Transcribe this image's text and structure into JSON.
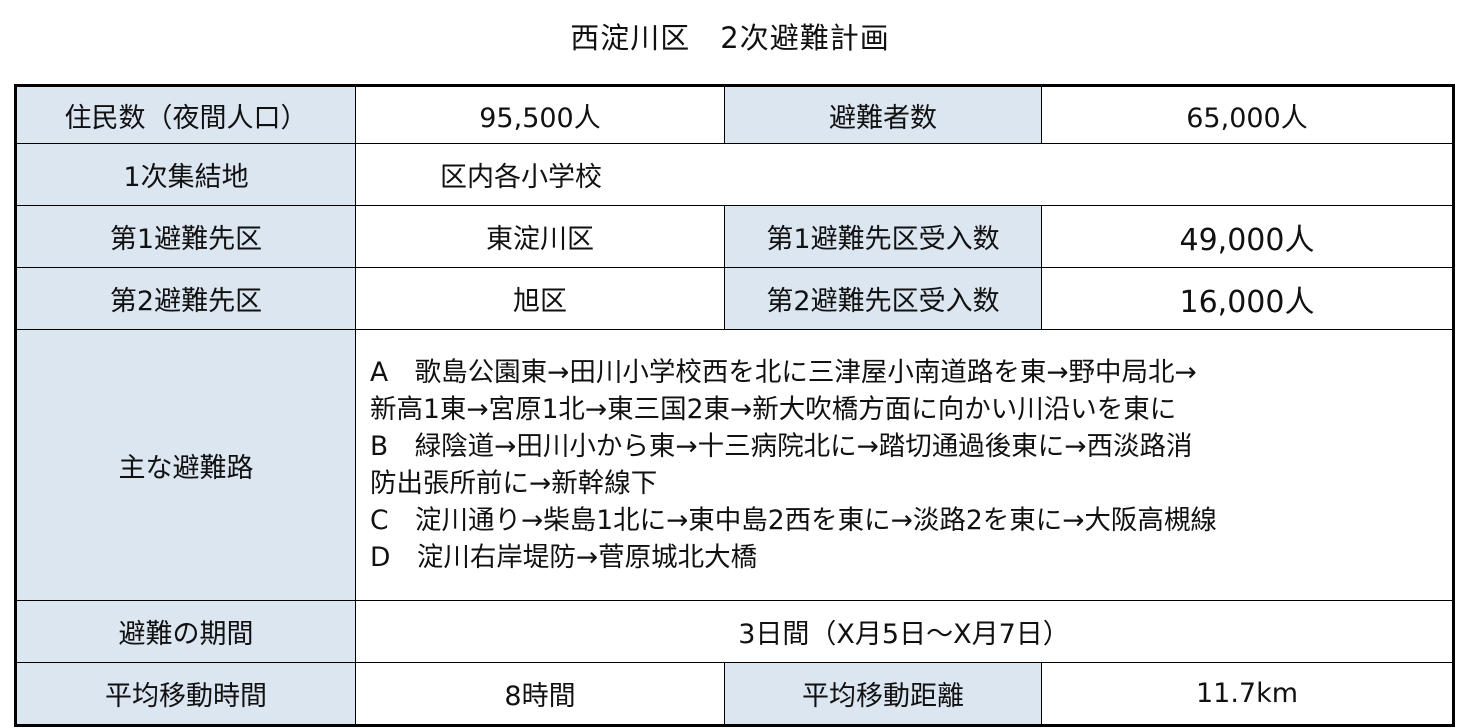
{
  "title": "西淀川区　2次避難計画",
  "rows": {
    "residents": {
      "label": "住民数（夜間人口）",
      "value": "95,500人"
    },
    "evacuees": {
      "label": "避難者数",
      "value": "65,000人"
    },
    "assembly": {
      "label": "1次集結地",
      "value": "区内各小学校"
    },
    "dest1": {
      "label": "第1避難先区",
      "value": "東淀川区"
    },
    "dest1_capacity": {
      "label": "第1避難先区受入数",
      "value": "49,000人"
    },
    "dest2": {
      "label": "第2避難先区",
      "value": "旭区"
    },
    "dest2_capacity": {
      "label": "第2避難先区受入数",
      "value": "16,000人"
    },
    "routes": {
      "label": "主な避難路",
      "lines": [
        "A　歌島公園東→田川小学校西を北に三津屋小南道路を東→野中局北→",
        "新高1東→宮原1北→東三国2東→新大吹橋方面に向かい川沿いを東に",
        "B　緑陰道→田川小から東→十三病院北に→踏切通過後東に→西淡路消",
        "防出張所前に→新幹線下",
        "C　淀川通り→柴島1北に→東中島2西を東に→淡路2を東に→大阪高槻線",
        "D　淀川右岸堤防→菅原城北大橋"
      ]
    },
    "period": {
      "label": "避難の期間",
      "value": "3日間（X月5日～X月7日）"
    },
    "avg_time": {
      "label": "平均移動時間",
      "value": "8時間"
    },
    "avg_distance": {
      "label": "平均移動距離",
      "value": "11.7km"
    }
  },
  "colors": {
    "header_bg": "#dce6f1",
    "border": "#000000"
  }
}
